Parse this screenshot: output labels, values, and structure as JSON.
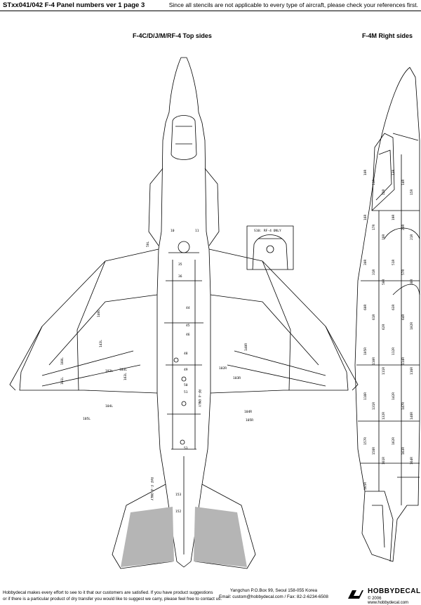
{
  "header": {
    "title": "STxx041/042 F-4 Panel numbers ver 1 page 3",
    "note": "Since all stencils are not applicable to every type of aircraft, please check your references first."
  },
  "views": {
    "top": "F-4C/D/J/M/RF-4 Top sides",
    "right": "F-4M Right sides",
    "inset": "S10: RF-4 ONLY"
  },
  "panel_labels": {
    "top": [
      "35",
      "36",
      "44",
      "45",
      "46",
      "48",
      "49",
      "50",
      "51",
      "53",
      "140L",
      "140R",
      "143L",
      "160L",
      "161L",
      "163L",
      "102L",
      "102R",
      "103L",
      "103R",
      "104L",
      "104R",
      "105L",
      "105R",
      "RF-4 ONLY",
      "153",
      "152",
      "RAF F-4 ONLY",
      "10",
      "11",
      "50L"
    ],
    "side": [
      "10R",
      "11R",
      "12R",
      "13R",
      "14R",
      "15R",
      "16R",
      "17R",
      "18R",
      "19R",
      "20R",
      "21R",
      "30R",
      "31R",
      "50R",
      "51R",
      "57R",
      "58R",
      "60R",
      "61R",
      "62R",
      "63R",
      "64R",
      "102R",
      "105R",
      "110R",
      "111R",
      "112R",
      "114R",
      "116R",
      "118R",
      "131R",
      "132R",
      "142R",
      "147R",
      "148R",
      "157R",
      "158R",
      "161R",
      "162R",
      "163R",
      "164R",
      "165R"
    ]
  },
  "footer": {
    "disclaimer_1": "Hobbydecal makes every effort to see to it that our customers are satisfied. If you have product suggestions",
    "disclaimer_2": "or if there is a particular product of dry transfer you would like to suggest we carry, please feel free to contact us.",
    "address": "Yangchun P.O.Box 99, Seoul 158-055 Korea",
    "contact": "Email: custom@hobbydecal.com / Fax: 82-2-6234-6508",
    "brand": "HOBBYDECAL",
    "copyright": "© 2006 www.hobbydecal.com"
  },
  "icons": {
    "logo": "hobbydecal-logo-icon"
  }
}
